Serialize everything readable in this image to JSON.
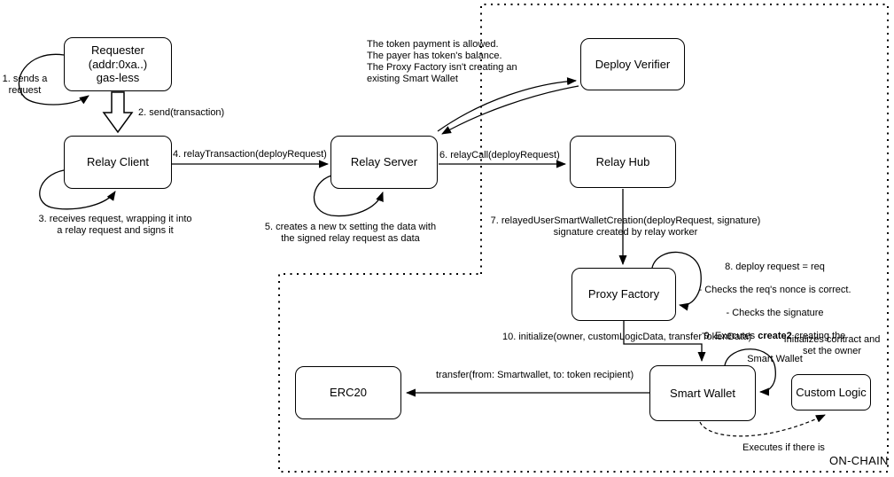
{
  "diagram": {
    "boxes": {
      "requester": {
        "line1": "Requester",
        "line2": "(addr:0xa..)",
        "line3": "gas-less"
      },
      "relay_client": {
        "label": "Relay Client"
      },
      "relay_server": {
        "label": "Relay Server"
      },
      "deploy_verifier": {
        "label": "Deploy Verifier"
      },
      "relay_hub": {
        "label": "Relay Hub"
      },
      "proxy_factory": {
        "label": "Proxy Factory"
      },
      "smart_wallet": {
        "label": "Smart Wallet"
      },
      "custom_logic": {
        "label": "Custom Logic"
      },
      "erc20": {
        "label": "ERC20"
      }
    },
    "labels": {
      "step1": "1. sends a\nrequest",
      "step2": "2. send(transaction)",
      "step3": "3. receives request, wrapping it into\na relay request and signs it",
      "step4": "4. relayTransaction(deployRequest)",
      "step5": "5. creates a new tx setting the data with\nthe signed relay request as data",
      "step6": "6. relayCall(deployRequest)",
      "step7": "7. relayedUserSmartWalletCreation(deployRequest, signature)\nsignature created by relay worker",
      "step8_line1": "8. deploy request = req",
      "step8_line2": "- Checks the req's nonce is correct.",
      "step8_line3": "- Checks the signature",
      "step9_prefix": "9. Executes ",
      "step9_bold": "create2",
      "step9_suffix": " creating the",
      "step9_line2": "Smart Wallet",
      "step10": "10. initialize(owner, customLogicData, transferTokenData)",
      "verifier_note": "The token payment is allowed.\nThe payer has token's balance.\nThe Proxy Factory isn't creating an\nexisting Smart Wallet",
      "init_note": "Initializes contract and\nset the owner",
      "transfer": "transfer(from: Smartwallet, to: token recipient)",
      "executes_note": "Executes if there is",
      "onchain": "ON-CHAIN"
    },
    "colors": {
      "stroke": "#000000",
      "background": "#ffffff"
    }
  }
}
